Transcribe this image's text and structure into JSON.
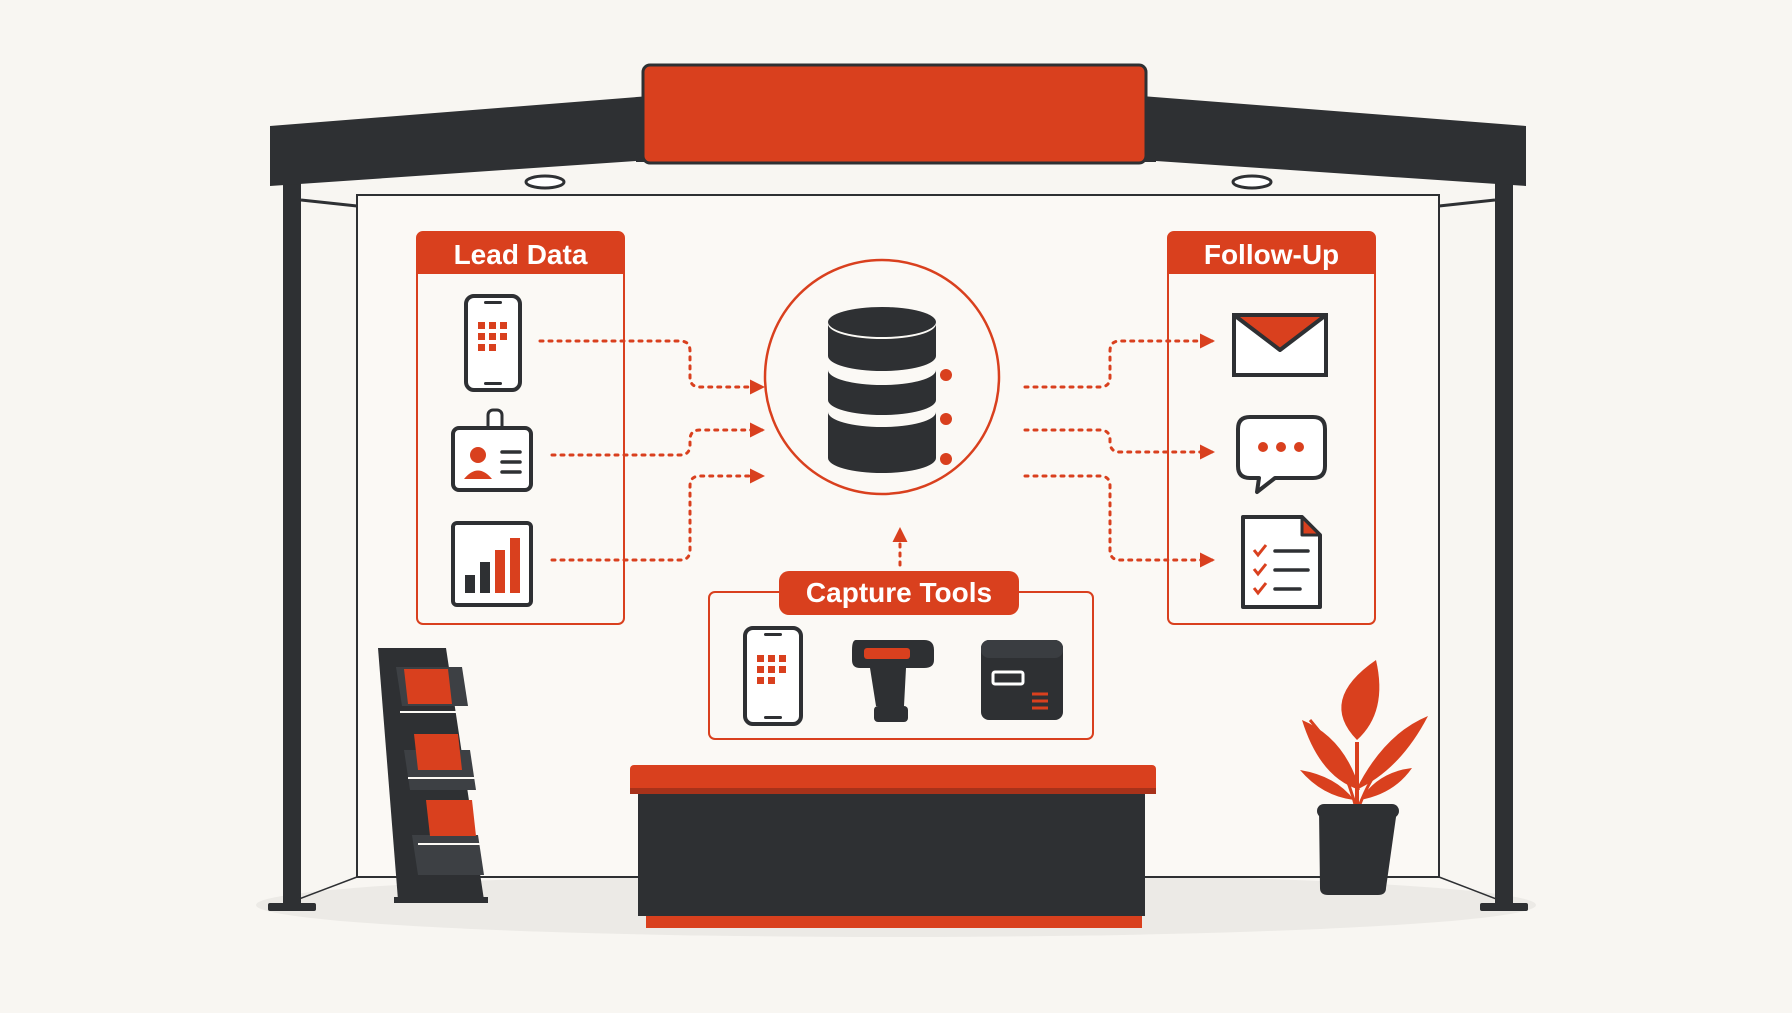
{
  "labels": {
    "lead_data": "Lead Data",
    "follow_up": "Follow-Up",
    "capture_tools": "Capture Tools"
  },
  "colors": {
    "accent": "#d9401e",
    "dark": "#2e3033",
    "background": "#f8f6f2",
    "wall": "#fbf9f5"
  },
  "icons": {
    "center": "database-icon",
    "lead_data": [
      "smartphone-app-icon",
      "id-badge-icon",
      "bar-chart-icon"
    ],
    "follow_up": [
      "envelope-icon",
      "chat-bubble-icon",
      "checklist-document-icon"
    ],
    "capture_tools": [
      "smartphone-app-icon",
      "barcode-scanner-icon",
      "card-reader-icon"
    ]
  }
}
